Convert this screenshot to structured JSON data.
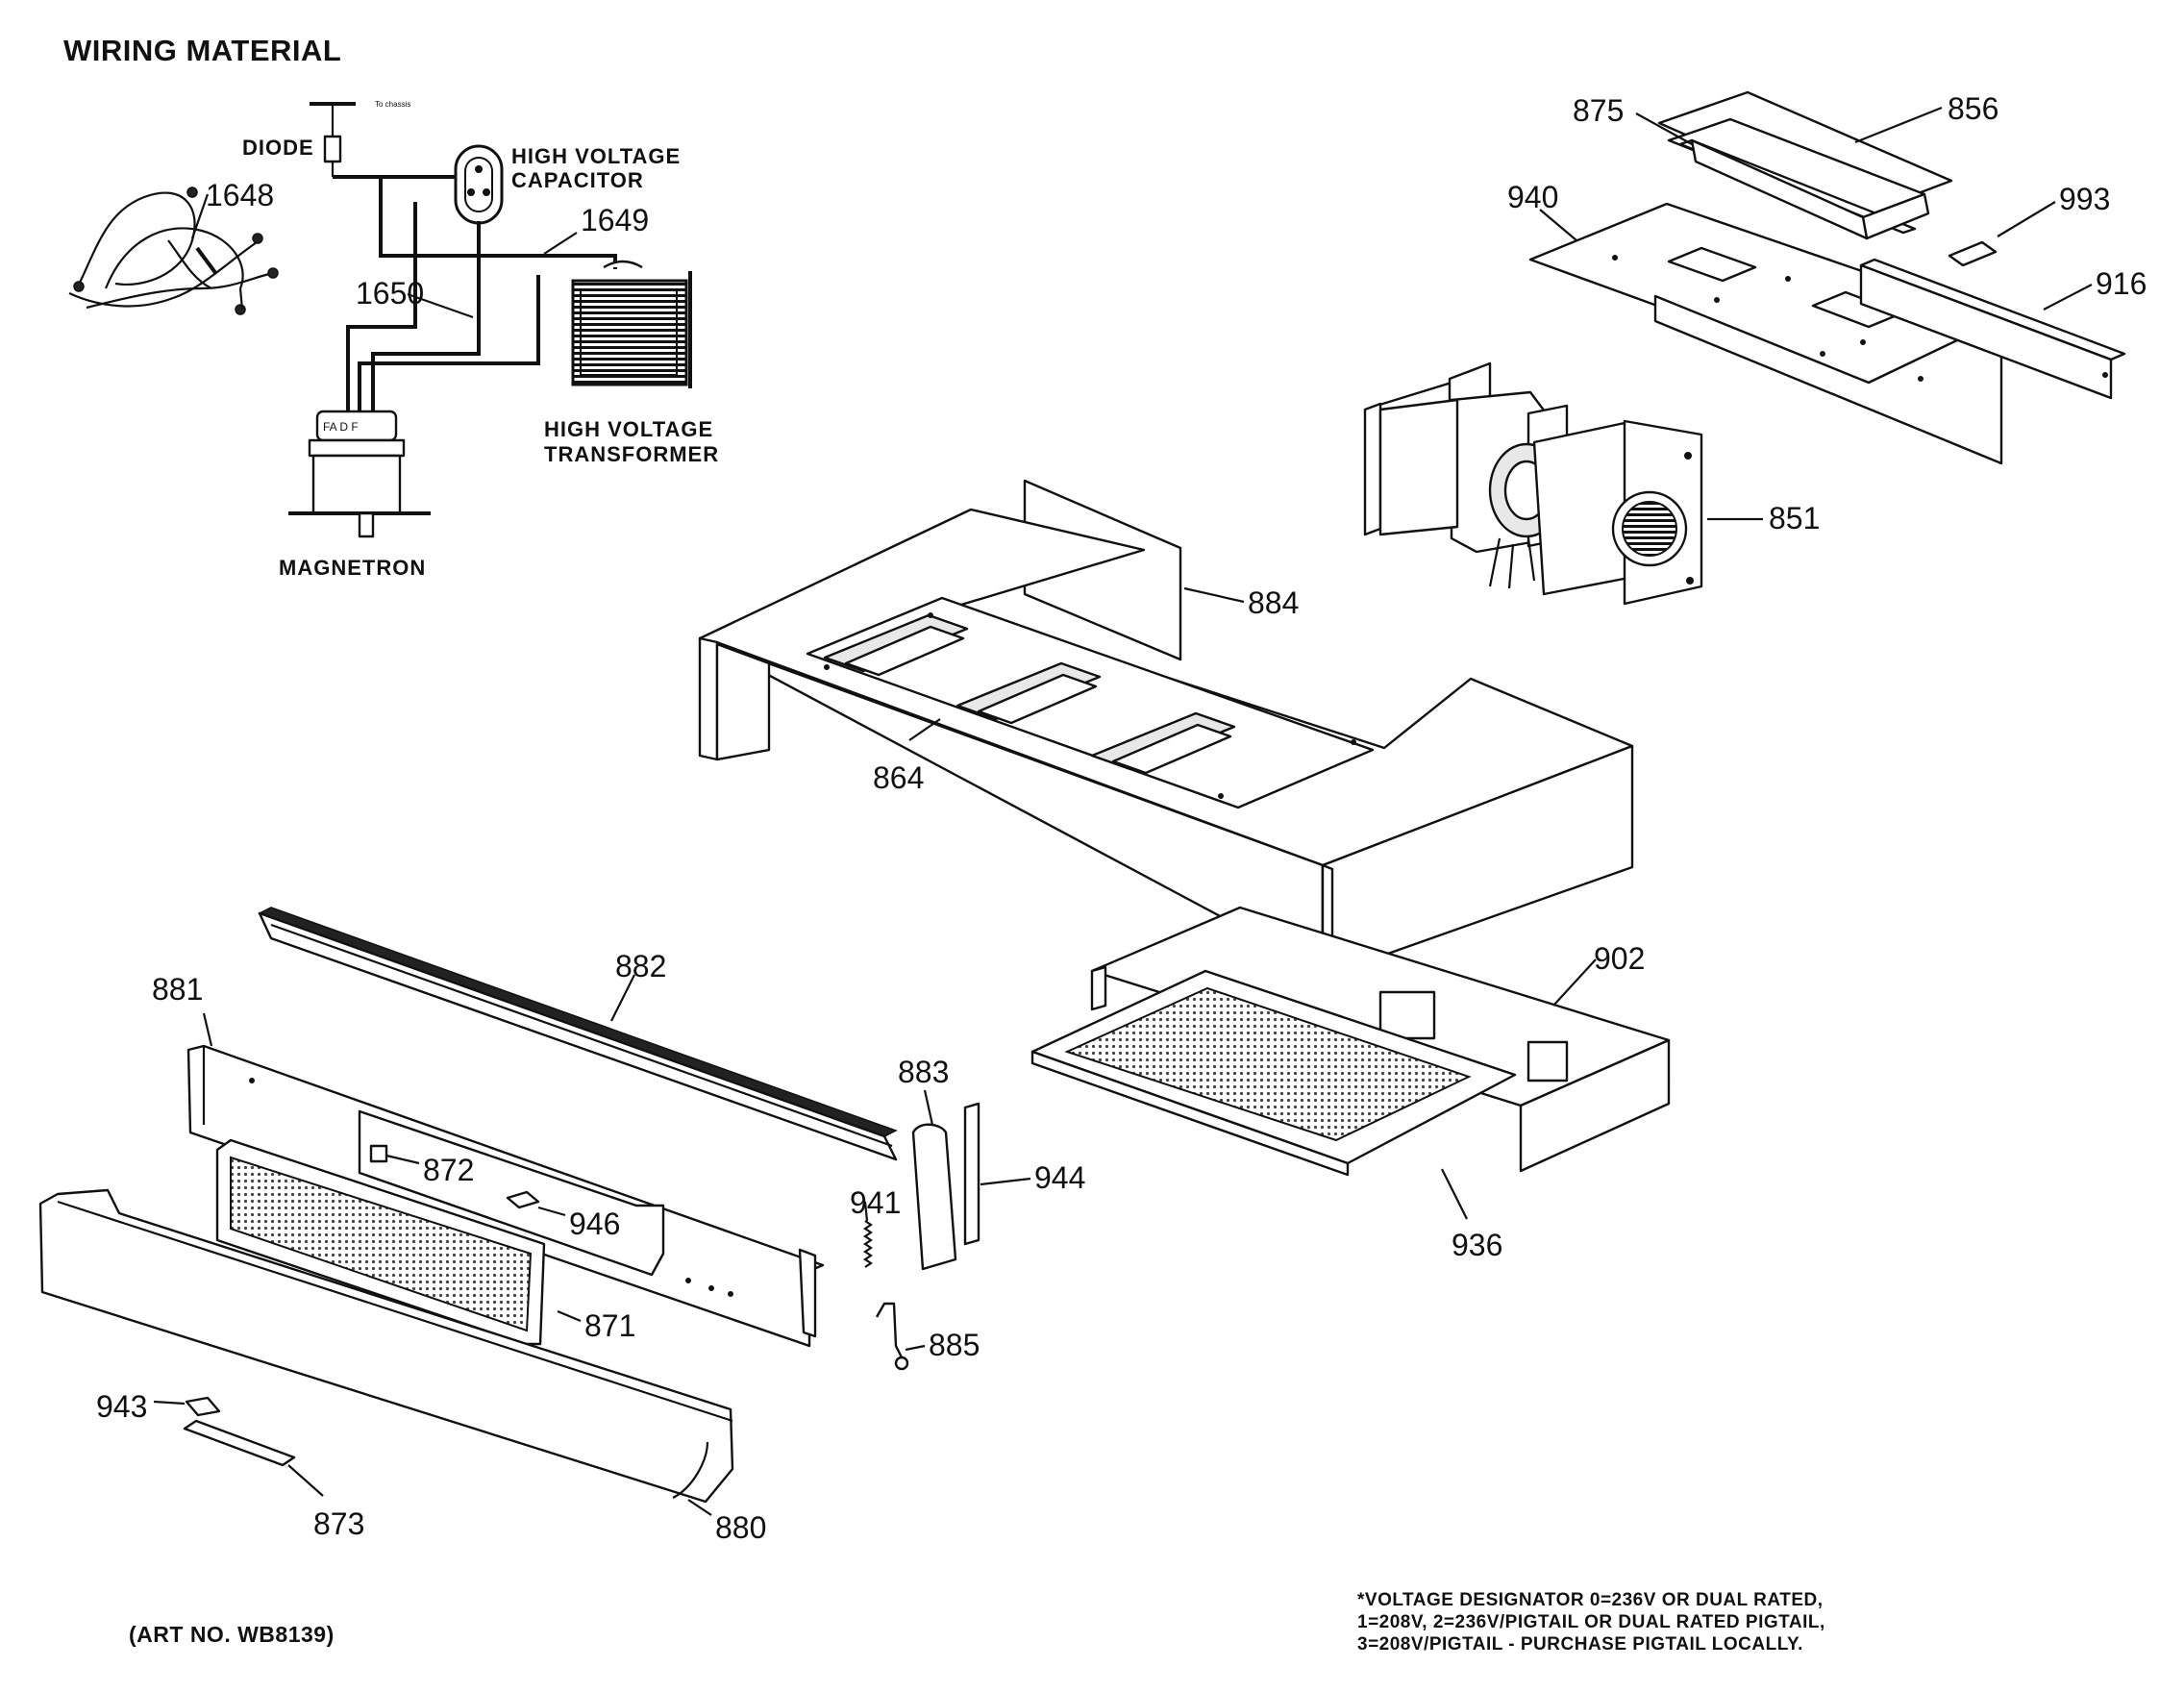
{
  "title": "WIRING MATERIAL",
  "wiring": {
    "to_chassis": "To chassis",
    "diode": "DIODE",
    "capacitor": [
      "HIGH VOLTAGE",
      "CAPACITOR"
    ],
    "transformer": [
      "HIGH VOLTAGE",
      "TRANSFORMER"
    ],
    "magnetron": "MAGNETRON",
    "magnetron_terminals": "FA D F"
  },
  "callouts": {
    "p1648": "1648",
    "p1649": "1649",
    "p1650": "1650",
    "p875": "875",
    "p856": "856",
    "p940": "940",
    "p993": "993",
    "p916": "916",
    "p851": "851",
    "p884": "884",
    "p864": "864",
    "p902": "902",
    "p882": "882",
    "p881": "881",
    "p883": "883",
    "p872": "872",
    "p944": "944",
    "p941": "941",
    "p946": "946",
    "p936": "936",
    "p871": "871",
    "p885": "885",
    "p943": "943",
    "p873": "873",
    "p880": "880"
  },
  "note": [
    "*VOLTAGE DESIGNATOR 0=236V OR DUAL RATED,",
    "1=208V, 2=236V/PIGTAIL OR DUAL RATED PIGTAIL,",
    "3=208V/PIGTAIL - PURCHASE PIGTAIL LOCALLY."
  ],
  "art_number": "(ART NO. WB8139)"
}
